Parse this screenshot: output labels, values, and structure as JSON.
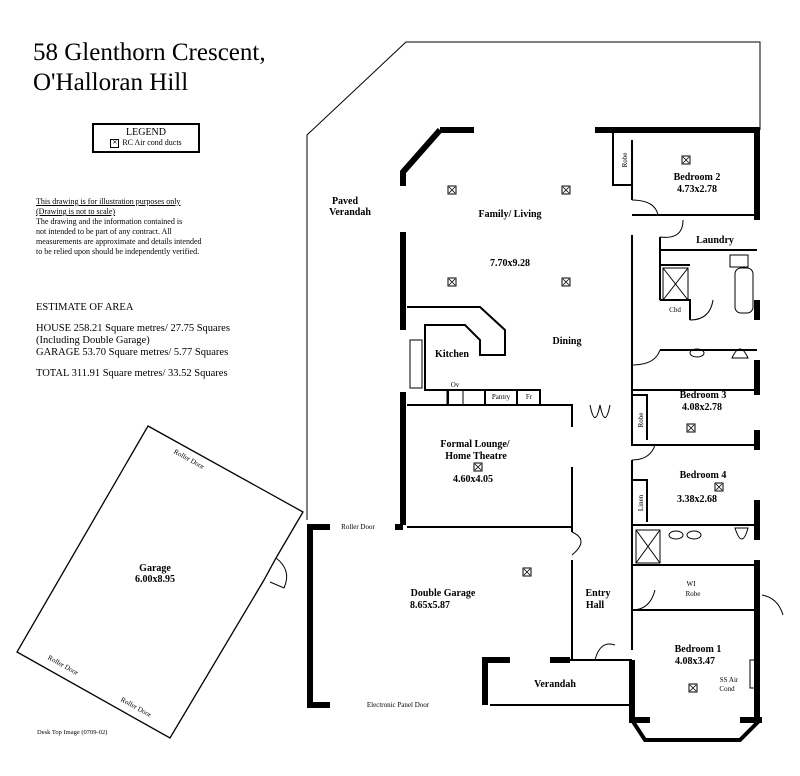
{
  "title": {
    "line1": "58 Glenthorn Crescent,",
    "line2": "O'Halloran Hill"
  },
  "legend": {
    "heading": "LEGEND",
    "item": "RC Air cond ducts",
    "icon": "air-duct-icon"
  },
  "disclaimer": {
    "line1": "This drawing is for illustration purposes only",
    "line2": "(Drawing is not to scale)",
    "line3": "The drawing and the information contained is",
    "line4": "not intended to be part of any contract.  All",
    "line5": "measurements are approximate and details intended",
    "line6": "to be relied upon should be independently verified."
  },
  "area": {
    "heading": "ESTIMATE OF AREA",
    "house": "HOUSE  258.21 Square metres/ 27.75 Squares",
    "house_note": "(Including Double Garage)",
    "garage": "GARAGE  53.70 Square metres/ 5.77 Squares",
    "total": "TOTAL  311.91 Square metres/ 33.52 Squares"
  },
  "credit": "Desk Top Image   (0709-02)",
  "detached_garage": {
    "name": "Garage",
    "size": "6.00x8.95",
    "door1": "Roller Door",
    "door2": "Roller Door",
    "door3": "Roller Door"
  },
  "rooms": {
    "paved_verandah_1": "Paved",
    "paved_verandah_2": "Verandah",
    "family_living": "Family/ Living",
    "family_size": "7.70x9.28",
    "kitchen": "Kitchen",
    "dining": "Dining",
    "oven": "Ov",
    "pantry": "Pantry",
    "fridge": "Fr",
    "lounge_1": "Formal Lounge/",
    "lounge_2": "Home Theatre",
    "lounge_size": "4.60x4.05",
    "double_garage": "Double Garage",
    "double_garage_size": "8.65x5.87",
    "roller_door": "Roller Door",
    "panel_door": "Electronic Panel Door",
    "entry_1": "Entry",
    "entry_2": "Hall",
    "verandah": "Verandah",
    "bedroom2": "Bedroom 2",
    "bedroom2_size": "4.73x2.78",
    "laundry": "Laundry",
    "cupboard": "Cbd",
    "bedroom3": "Bedroom 3",
    "bedroom3_size": "4.08x2.78",
    "bedroom4": "Bedroom 4",
    "bedroom4_size": "3.38x2.68",
    "robe": "Robe",
    "linen": "Linen",
    "wi_1": "WI",
    "wi_2": "Robe",
    "bedroom1": "Bedroom 1",
    "bedroom1_size": "4.08x3.47",
    "ss_1": "SS Air",
    "ss_2": "Cond"
  }
}
